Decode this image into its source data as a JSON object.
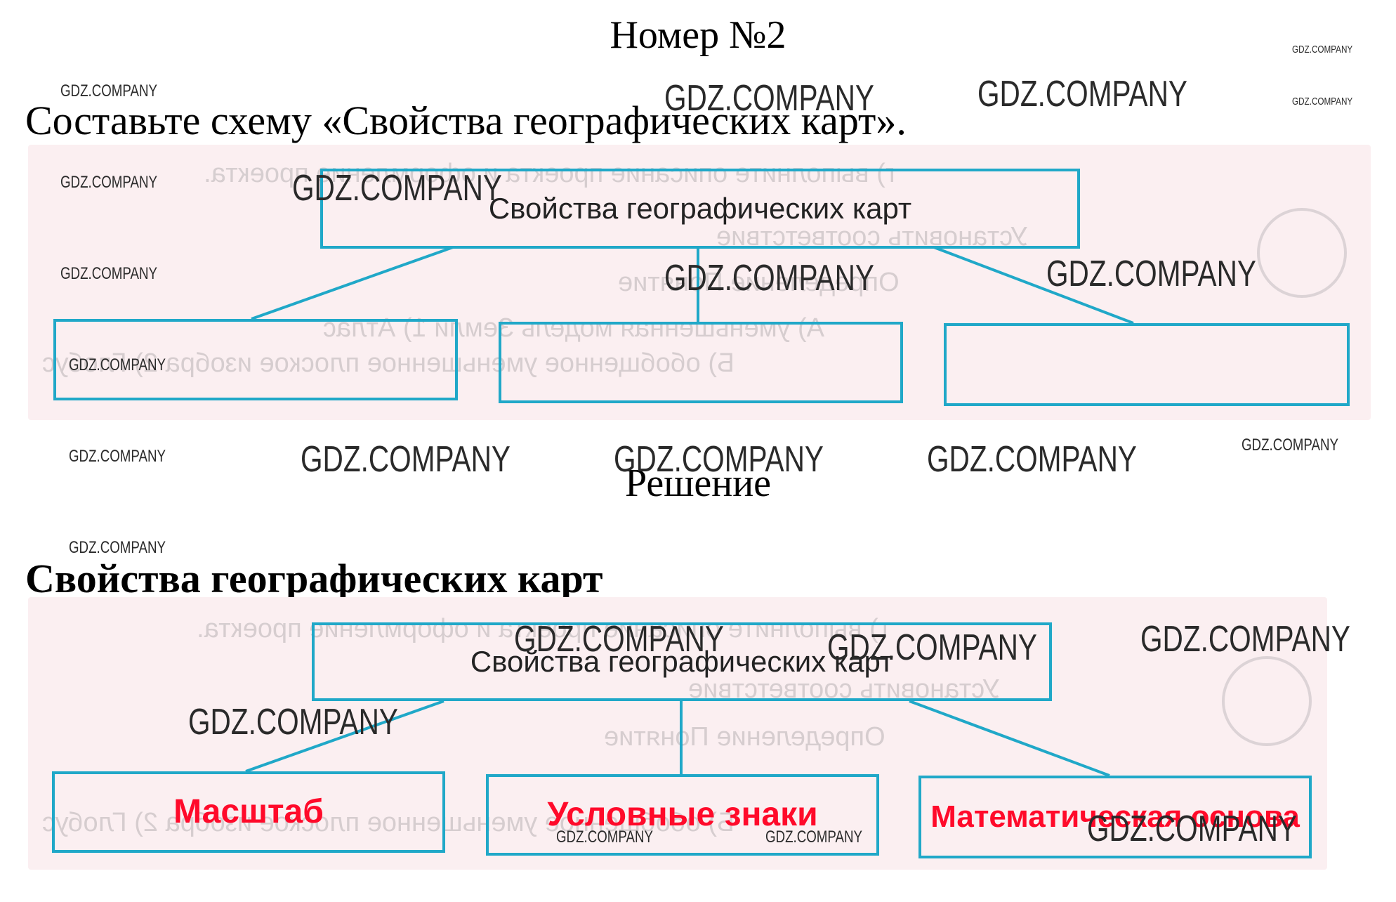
{
  "document": {
    "number_title": "Номер №2",
    "task": "Составьте схему «Свойства географических карт».",
    "solution_title": "Решение",
    "answer_heading": "Свойства географических карт"
  },
  "diagram": {
    "root": "Свойства географических карт",
    "children_empty": [
      "",
      "",
      ""
    ],
    "answers": [
      "Масштаб",
      "Условные знаки",
      "Математическая основа"
    ]
  },
  "watermark": {
    "text": "GDZ.COMPANY"
  },
  "colors": {
    "box_border": "#20a8c8",
    "answer_text": "#ff0a2a",
    "scan_background": "#fbeff1"
  }
}
